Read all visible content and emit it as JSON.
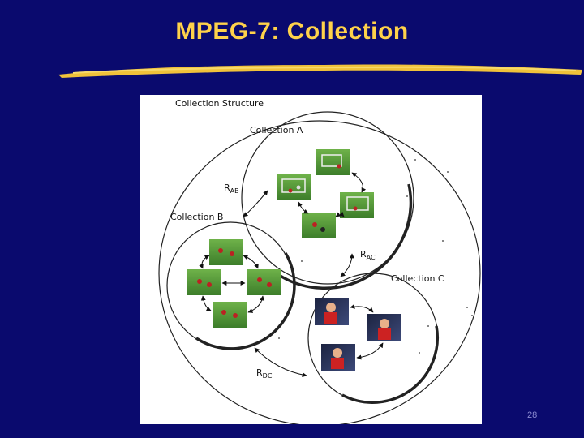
{
  "slide": {
    "title": "MPEG-7: Collection",
    "page_number": "28"
  },
  "figure": {
    "heading": "Collection Structure",
    "collections": [
      {
        "label": "Collection A"
      },
      {
        "label": "Collection B"
      },
      {
        "label": "Collection C"
      }
    ],
    "relations": [
      {
        "main": "R",
        "sub": "AB"
      },
      {
        "main": "R",
        "sub": "AC"
      },
      {
        "main": "R",
        "sub": "DC"
      }
    ]
  },
  "colors": {
    "background": "#0a0a6e",
    "title": "#ffd24a",
    "underline": "#f0c23a",
    "panel": "#ffffff"
  }
}
